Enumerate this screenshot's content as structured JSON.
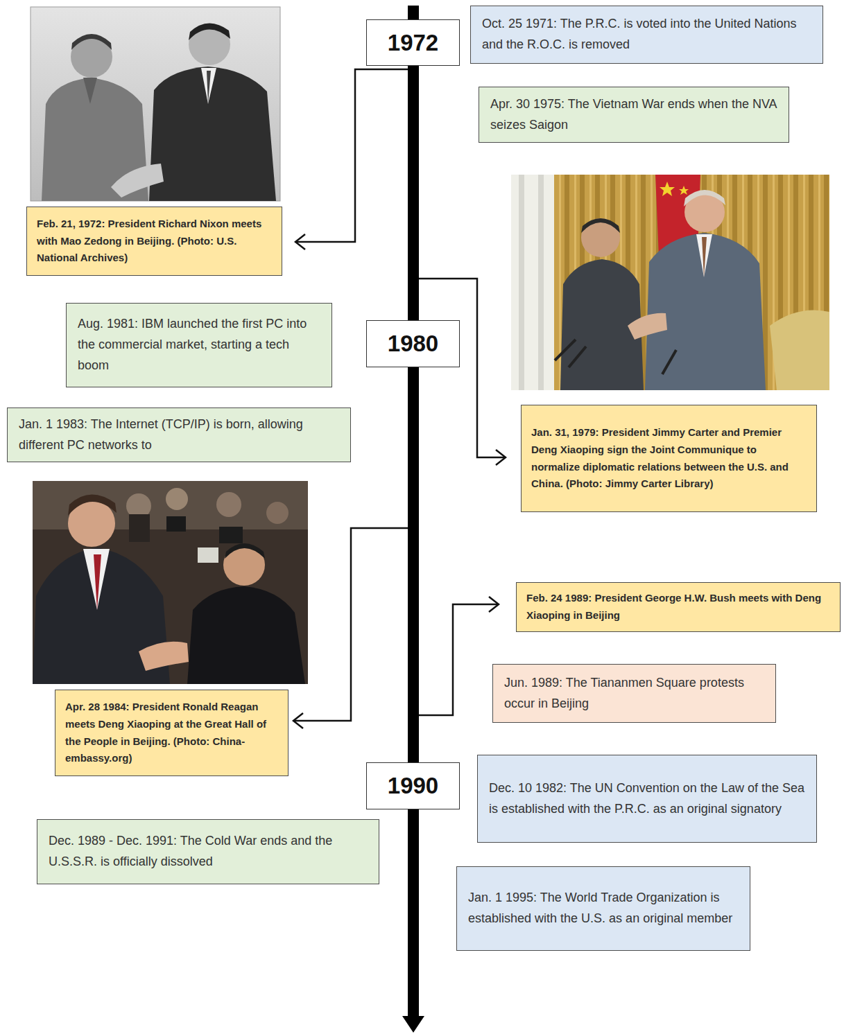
{
  "diagram": {
    "nodes": [
      {
        "text": [
          "1972"
        ]
      },
      {
        "text": [
          "Oct. 25 1971: The P.R.C. is voted into the United Nations and the R.O.C. is removed"
        ]
      },
      {
        "text": [
          "Apr. 30 1975: The Vietnam War ends when the NVA seizes Saigon"
        ]
      },
      {
        "text": [
          "Feb. 21, 1972: President Richard Nixon meets with Mao Zedong in Beijing. (Photo: U.S. National Archives)"
        ]
      },
      {
        "text": [
          "Aug. 1981: IBM launched the first PC into the commercial market, starting a tech boom"
        ]
      },
      {
        "text": [
          "1980"
        ]
      },
      {
        "text": [
          "Jan. 1 1983: The Internet (TCP/IP) is born, allowing different PC networks to"
        ]
      },
      {
        "text": [
          "Jan. 31, 1979: President Jimmy Carter and Premier Deng Xiaoping sign the Joint Communique to normalize diplomatic relations between the U.S. and China. (Photo: Jimmy Carter Library)"
        ]
      },
      {
        "text": [
          "Feb. 24 1989: President George H.W. Bush meets with Deng Xiaoping in Beijing"
        ]
      },
      {
        "text": [
          "Jun. 1989: The Tiananmen Square protests occur in Beijing"
        ]
      },
      {
        "text": [
          "Apr. 28 1984: President Ronald Reagan meets Deng Xiaoping at the Great Hall of the People in Beijing. (Photo: China-embassy.org)"
        ]
      },
      {
        "text": [
          "1990"
        ]
      },
      {
        "text": [
          "Dec. 10 1982: The UN Convention on the Law of the Sea is established with the P.R.C. as an original signatory"
        ]
      },
      {
        "text": [
          "Dec. 1989 - Dec. 1991: The Cold War ends and the U.S.S.R. is officially dissolved"
        ]
      },
      {
        "text": [
          "Jan. 1 1995: The World Trade Organization is established with the U.S. as an original member"
        ]
      }
    ]
  }
}
